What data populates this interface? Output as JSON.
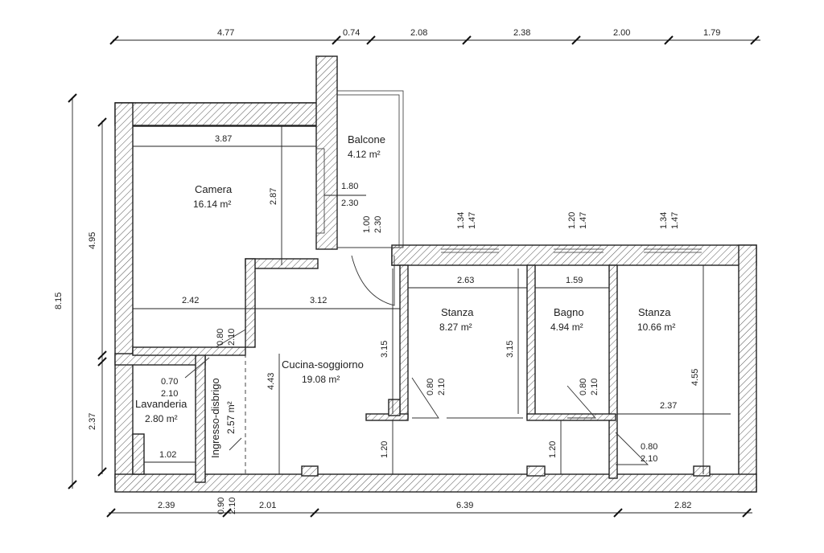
{
  "plan": {
    "top_dims": [
      "4.77",
      "0.74",
      "2.08",
      "2.38",
      "2.00",
      "1.79"
    ],
    "bottom_dims": [
      "2.39",
      "2.01",
      "6.39",
      "2.82"
    ],
    "bottom_door": [
      "0.90",
      "2.10"
    ],
    "left_total": "8.15",
    "left_dims": [
      "4.95",
      "2.37"
    ],
    "rooms": [
      {
        "name": "Camera",
        "area": "16.14 m²"
      },
      {
        "name": "Balcone",
        "area": "4.12 m²"
      },
      {
        "name": "Cucina-soggiorno",
        "area": "19.08 m²"
      },
      {
        "name": "Stanza",
        "area": "8.27 m²"
      },
      {
        "name": "Bagno",
        "area": "4.94 m²"
      },
      {
        "name": "Stanza",
        "area": "10.66 m²"
      },
      {
        "name": "Lavanderia",
        "area": "2.80 m²"
      },
      {
        "name": "Ingresso-disbrigo",
        "area": "2.57 m²"
      }
    ],
    "inner_dims": {
      "camera_width": "3.87",
      "camera_height": "2.87",
      "window_balcony": [
        "1.80",
        "2.30"
      ],
      "balcony_door": [
        "1.00",
        "2.30"
      ],
      "camera_lower": "2.42",
      "cucina_width": "3.12",
      "cucina_height": "4.43",
      "cucina_side": "3.15",
      "stanza1_width": "2.63",
      "stanza1_height": "3.15",
      "bagno_width": "1.59",
      "stanza2_width": "2.37",
      "stanza2_height": "4.55",
      "corridor_1": "1.20",
      "corridor_2": "1.20",
      "win_stanza1": [
        "1.34",
        "1.47"
      ],
      "win_bagno": [
        "1.20",
        "1.47"
      ],
      "win_stanza2": [
        "1.34",
        "1.47"
      ],
      "door_camera": [
        "0.80",
        "2.10"
      ],
      "door_lavanderia": [
        "0.70",
        "2.10"
      ],
      "door_stanza1": [
        "0.80",
        "2.10"
      ],
      "door_bagno": [
        "0.80",
        "2.10"
      ],
      "door_stanza2": [
        "0.80",
        "2.10"
      ],
      "lav_width": "1.02"
    }
  }
}
